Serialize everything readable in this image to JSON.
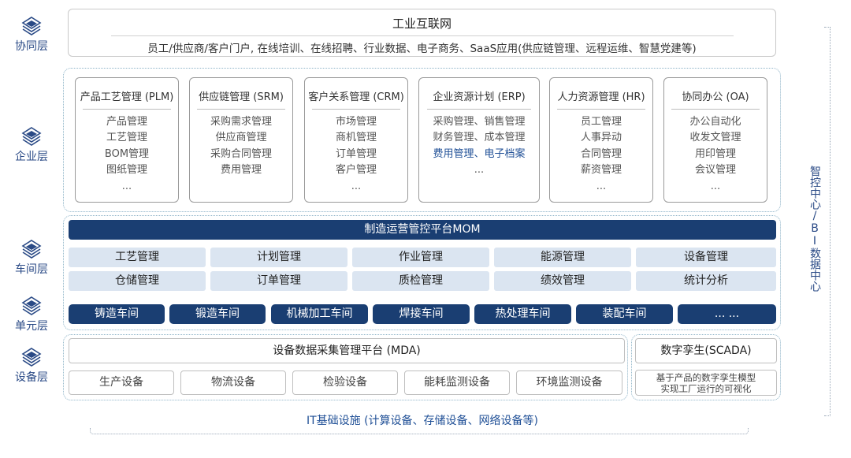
{
  "layers": {
    "collab": "协同层",
    "enterprise": "企业层",
    "workshop": "车间层",
    "unit": "单元层",
    "device": "设备层"
  },
  "internet": {
    "title": "工业互联网",
    "desc": "员工/供应商/客户门户, 在线培训、在线招聘、行业数据、电子商务、SaaS应用(供应链管理、远程运维、智慧党建等)"
  },
  "systems": [
    {
      "title": "产品工艺管理 (PLM)",
      "items": [
        "产品管理",
        "工艺管理",
        "BOM管理",
        "图纸管理",
        "..."
      ]
    },
    {
      "title": "供应链管理 (SRM)",
      "items": [
        "采购需求管理",
        "供应商管理",
        "采购合同管理",
        "费用管理"
      ]
    },
    {
      "title": "客户关系管理 (CRM)",
      "items": [
        "市场管理",
        "商机管理",
        "订单管理",
        "客户管理",
        "..."
      ]
    },
    {
      "title": "企业资源计划 (ERP)",
      "items": [
        "采购管理、销售管理",
        "财务管理、成本管理",
        "费用管理、电子档案",
        "..."
      ]
    },
    {
      "title": "人力资源管理 (HR)",
      "items": [
        "员工管理",
        "人事异动",
        "合同管理",
        "薪资管理",
        "..."
      ]
    },
    {
      "title": "协同办公 (OA)",
      "items": [
        "办公自动化",
        "收发文管理",
        "用印管理",
        "会议管理",
        "..."
      ]
    }
  ],
  "mom": {
    "title": "制造运营管控平台MOM",
    "modules_row1": [
      "工艺管理",
      "计划管理",
      "作业管理",
      "能源管理",
      "设备管理"
    ],
    "modules_row2": [
      "仓储管理",
      "订单管理",
      "质检管理",
      "绩效管理",
      "统计分析"
    ]
  },
  "workshops": [
    "铸造车间",
    "锻造车间",
    "机械加工车间",
    "焊接车间",
    "热处理车间",
    "装配车间",
    "... ..."
  ],
  "mda": {
    "title": "设备数据采集管理平台 (MDA)",
    "devices": [
      "生产设备",
      "物流设备",
      "检验设备",
      "能耗监测设备",
      "环境监测设备"
    ]
  },
  "scada": {
    "title": "数字孪生(SCADA)",
    "desc_line1": "基于产品的数字孪生模型",
    "desc_line2": "实现工厂运行的可视化"
  },
  "infrastructure": "IT基础设施 (计算设备、存储设备、网络设备等)",
  "side_label": "智控中心/BI数据中心",
  "colors": {
    "dark_blue": "#1a3e72",
    "light_blue": "#dbe5f1",
    "label_blue": "#2a4a86"
  }
}
